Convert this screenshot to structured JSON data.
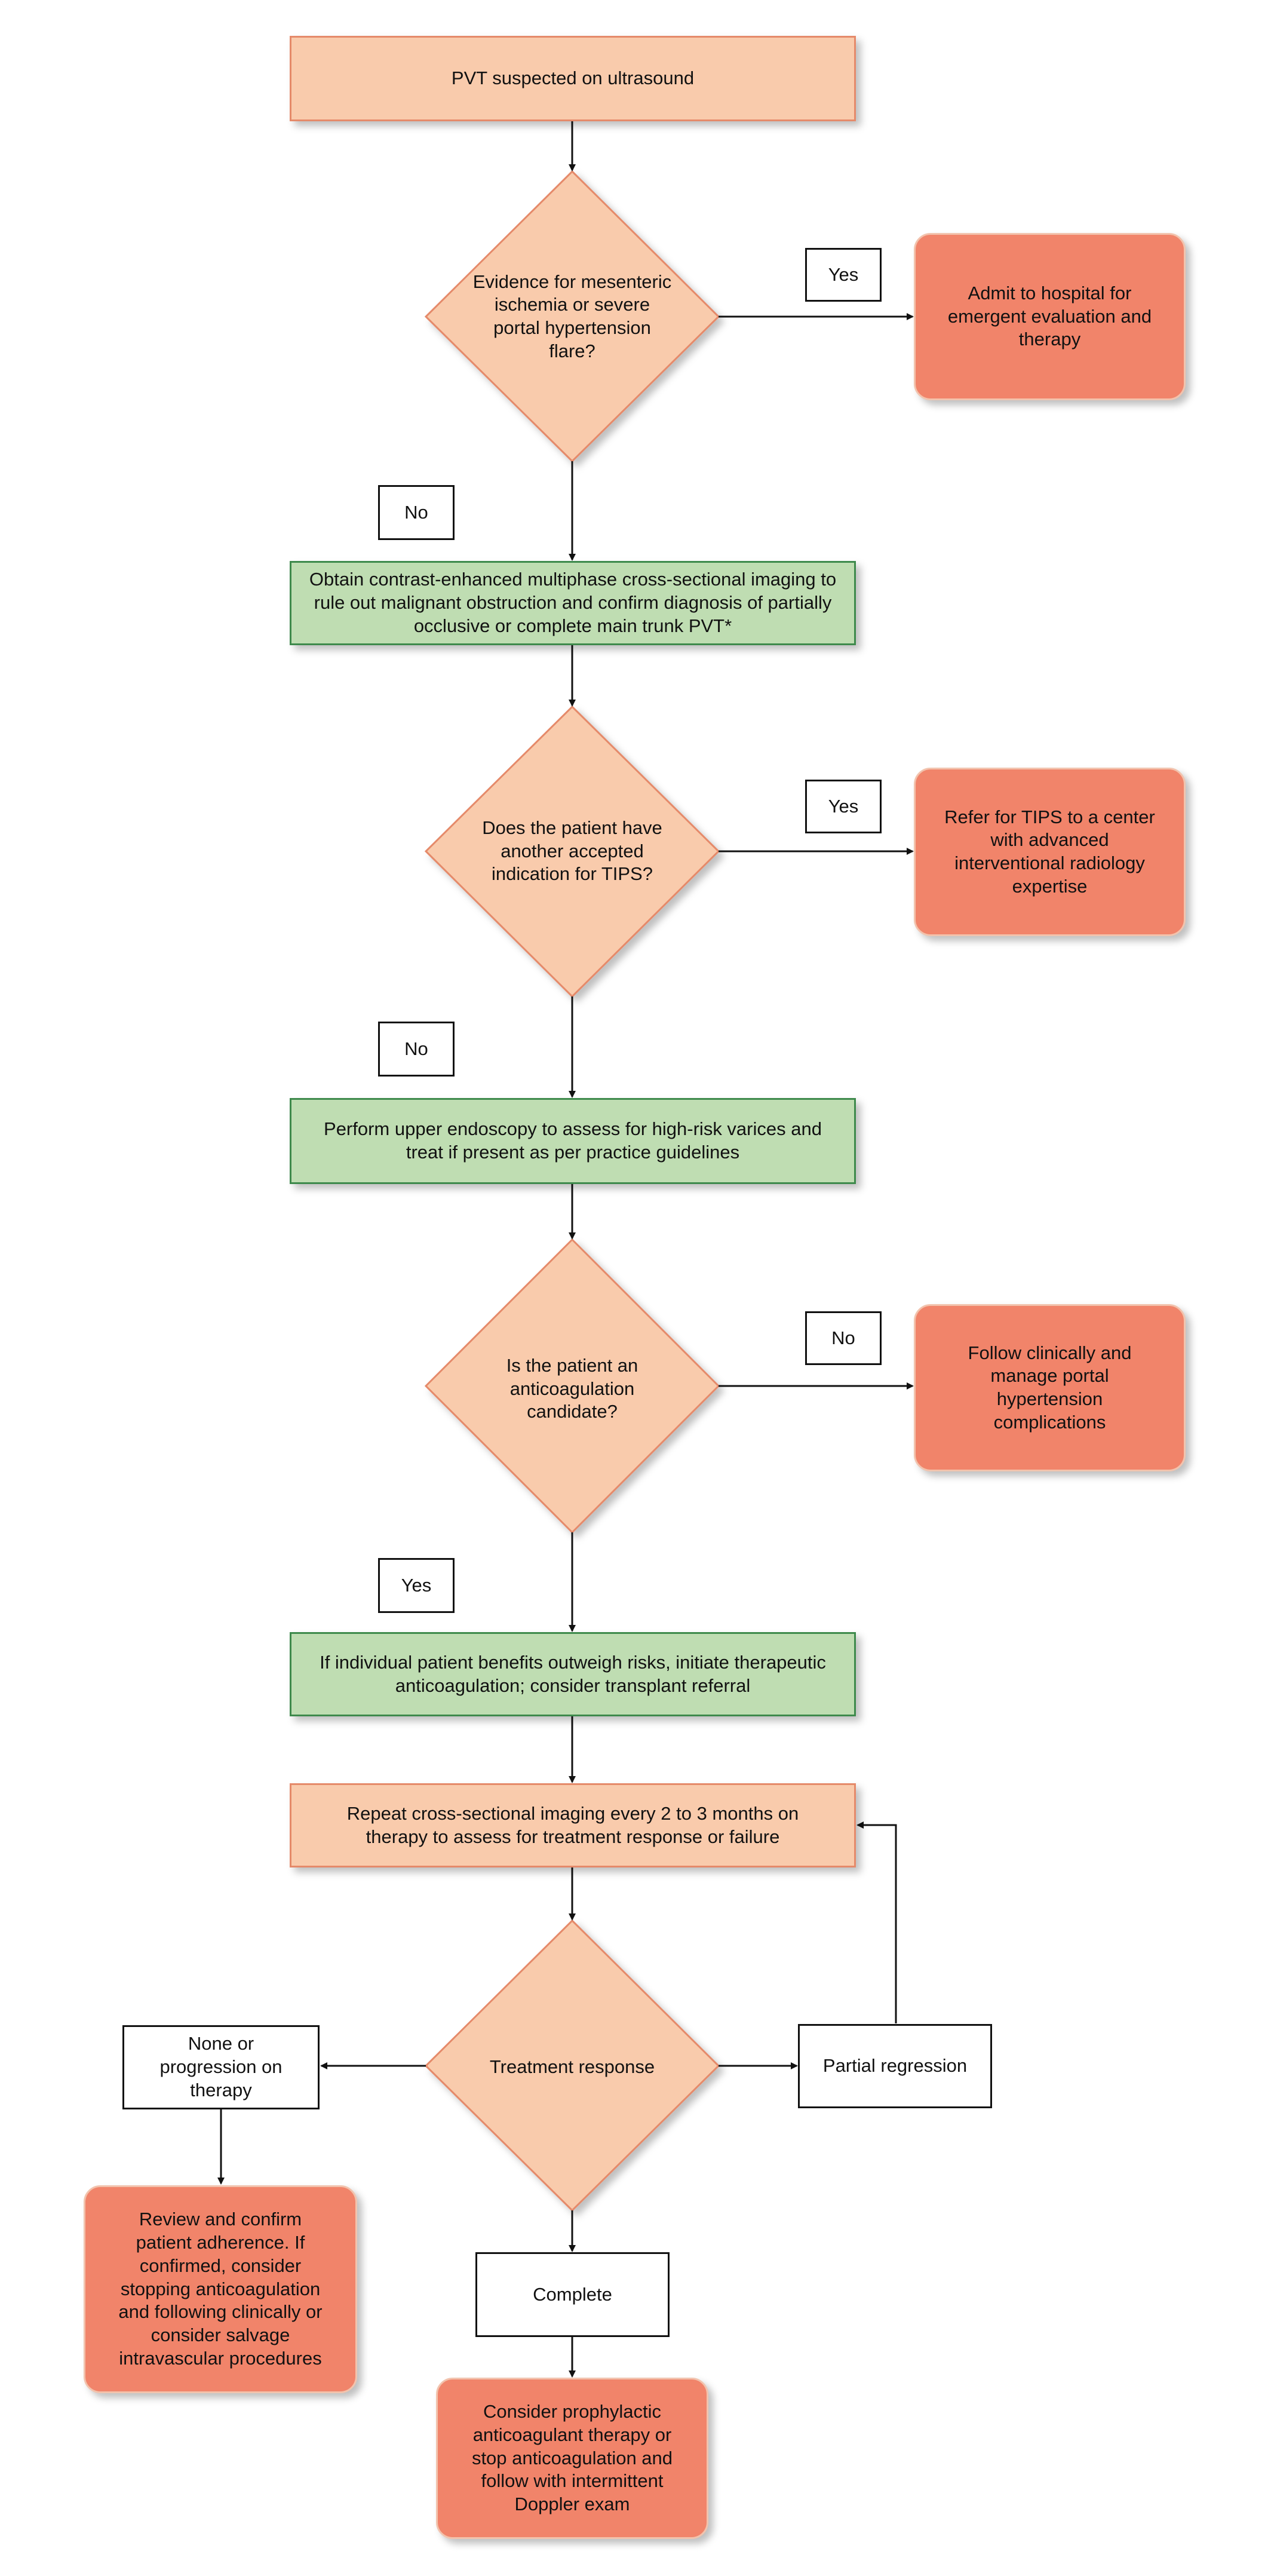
{
  "nodes": {
    "start": "PVT suspected on ultrasound",
    "d1": "Evidence for mesenteric ischemia or severe portal hypertension flare?",
    "d1_yes": "Yes",
    "admit": "Admit to hospital for emergent evaluation and therapy",
    "d1_no": "No",
    "imaging": "Obtain contrast-enhanced multiphase cross-sectional imaging to rule out malignant obstruction and confirm diagnosis of partially occlusive or complete main trunk PVT*",
    "d2": "Does the patient have another accepted indication for TIPS?",
    "d2_yes": "Yes",
    "tips": "Refer for TIPS to a center with advanced interventional radiology expertise",
    "d2_no": "No",
    "endoscopy": "Perform upper endoscopy to assess for high-risk varices and treat if present as per practice guidelines",
    "d3": "Is the patient an anticoagulation candidate?",
    "d3_no": "No",
    "follow": "Follow clinically and manage portal hypertension complications",
    "d3_yes": "Yes",
    "anticoag": "If individual patient benefits outweigh risks, initiate therapeutic anticoagulation; consider transplant referral",
    "repeat": "Repeat cross-sectional imaging every 2 to 3 months on therapy to assess for treatment response or failure",
    "d4": "Treatment response",
    "none": "None or progression on therapy",
    "partial": "Partial regression",
    "review": "Review and confirm patient adherence.  If confirmed, consider stopping anticoagulation and following clinically or consider salvage intravascular procedures",
    "complete": "Complete",
    "prophylactic": "Consider prophylactic anticoagulant therapy or stop anticoagulation and follow with intermittent Doppler exam"
  },
  "colors": {
    "peach": "#f9cbac",
    "peach_border": "#e58a6a",
    "green": "#bfddb2",
    "green_border": "#3e8a4c",
    "coral": "#f1846a"
  }
}
